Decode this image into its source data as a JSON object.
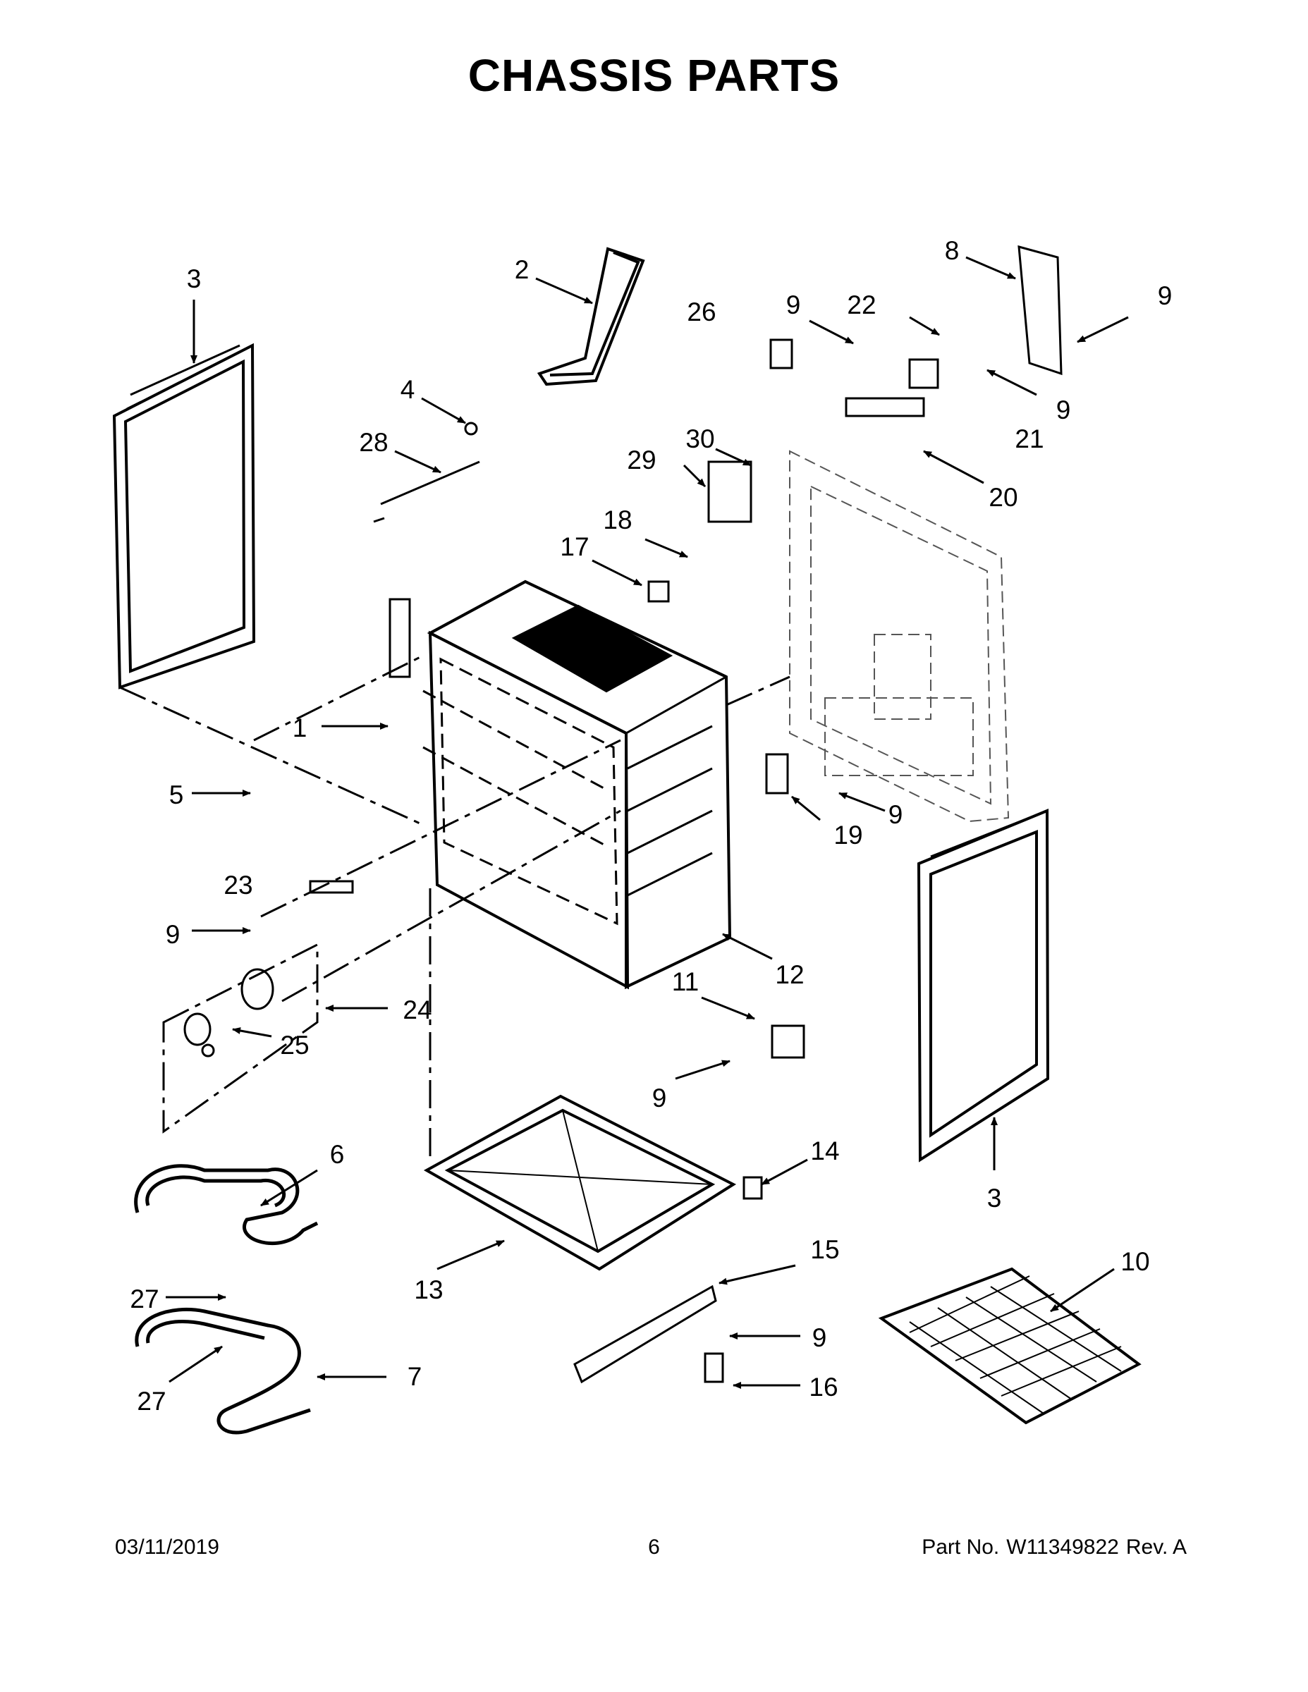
{
  "title": "CHASSIS PARTS",
  "footer": {
    "date": "03/11/2019",
    "page": "6",
    "part_prefix": "Part No.",
    "part_number": "W11349822",
    "revision": "Rev. A"
  },
  "callouts": [
    "1",
    "2",
    "3",
    "3",
    "4",
    "5",
    "6",
    "7",
    "8",
    "9",
    "9",
    "9",
    "9",
    "9",
    "9",
    "9",
    "10",
    "11",
    "12",
    "13",
    "14",
    "15",
    "16",
    "17",
    "18",
    "19",
    "20",
    "21",
    "22",
    "23",
    "24",
    "25",
    "26",
    "27",
    "27",
    "28",
    "29",
    "30"
  ]
}
